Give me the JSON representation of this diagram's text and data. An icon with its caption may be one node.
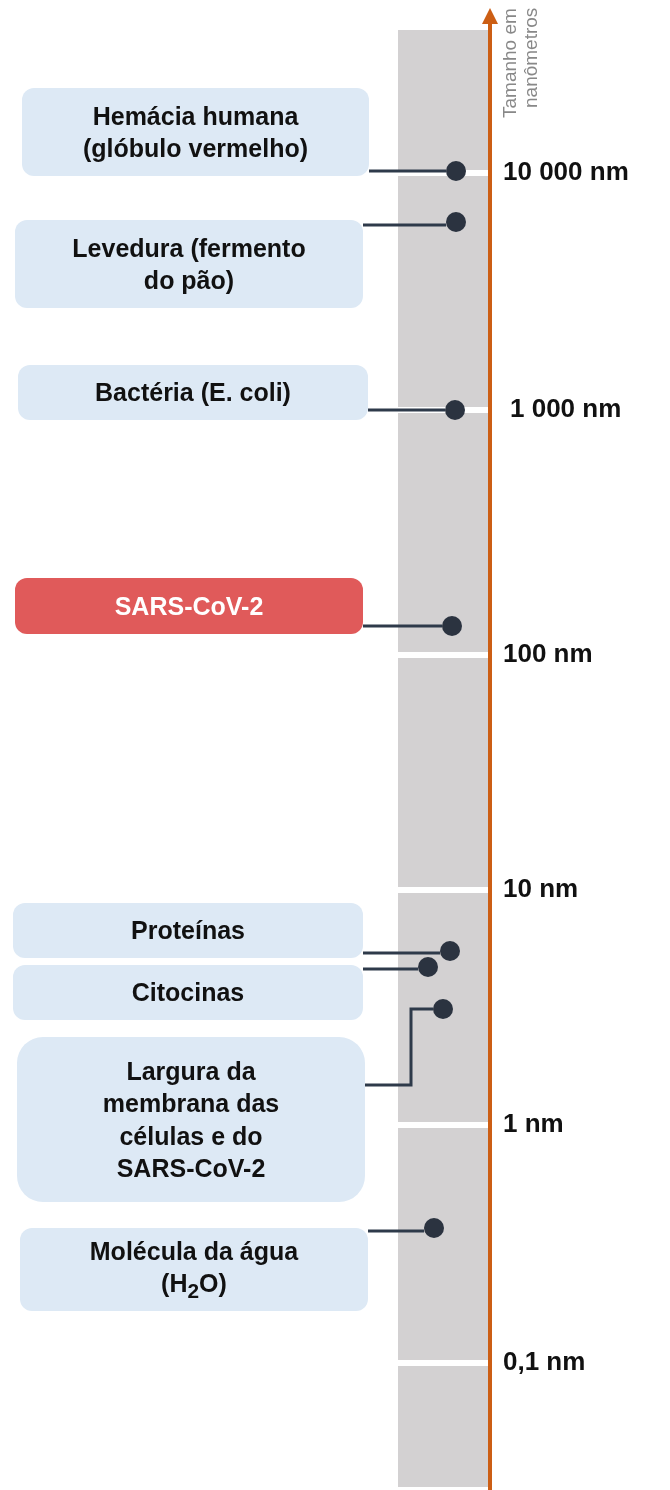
{
  "diagram": {
    "nodes": [
      {
        "text": [
          "Hemácia humana (glóbulo vermelho)"
        ]
      },
      {
        "text": [
          "Levedura (fermento do pão)"
        ]
      },
      {
        "text": [
          "Bactéria (E. coli)"
        ]
      },
      {
        "text": [
          "SARS-CoV-2"
        ]
      },
      {
        "text": [
          "Proteínas"
        ]
      },
      {
        "text": [
          "Citocinas"
        ]
      },
      {
        "text": [
          "Largura da membrana das células e do SARS-CoV-2"
        ]
      },
      {
        "text": [
          "Molécula da água (H$_{2}$O)"
        ]
      },
      {
        "text": [],
        "shape": "circle"
      },
      {
        "text": [],
        "shape": "circle"
      },
      {
        "text": [],
        "shape": "circle"
      },
      {
        "text": [],
        "shape": "circle"
      },
      {
        "text": [],
        "shape": "circle"
      },
      {
        "text": [],
        "shape": "circle"
      },
      {
        "text": [],
        "shape": "circle"
      },
      {
        "text": [],
        "shape": "circle"
      }
    ],
    "edges": [
      {
        "from": 0,
        "to": 8,
        "arrow": "none"
      },
      {
        "from": 1,
        "to": 9,
        "arrow": "none"
      },
      {
        "from": 2,
        "to": 10,
        "arrow": "none"
      },
      {
        "from": 3,
        "to": 11,
        "arrow": "none"
      },
      {
        "from": 4,
        "to": 12,
        "arrow": "none"
      },
      {
        "from": 5,
        "to": 13,
        "arrow": "none"
      },
      {
        "from": 6,
        "to": 14,
        "arrow": "none"
      },
      {
        "from": 7,
        "to": 15,
        "arrow": "none"
      }
    ],
    "labels": [
      "Tamanho em nanômetros",
      "10 000 nm",
      "1 000 nm",
      "100 nm",
      "10 nm",
      "1 nm",
      "0,1 nm"
    ]
  }
}
